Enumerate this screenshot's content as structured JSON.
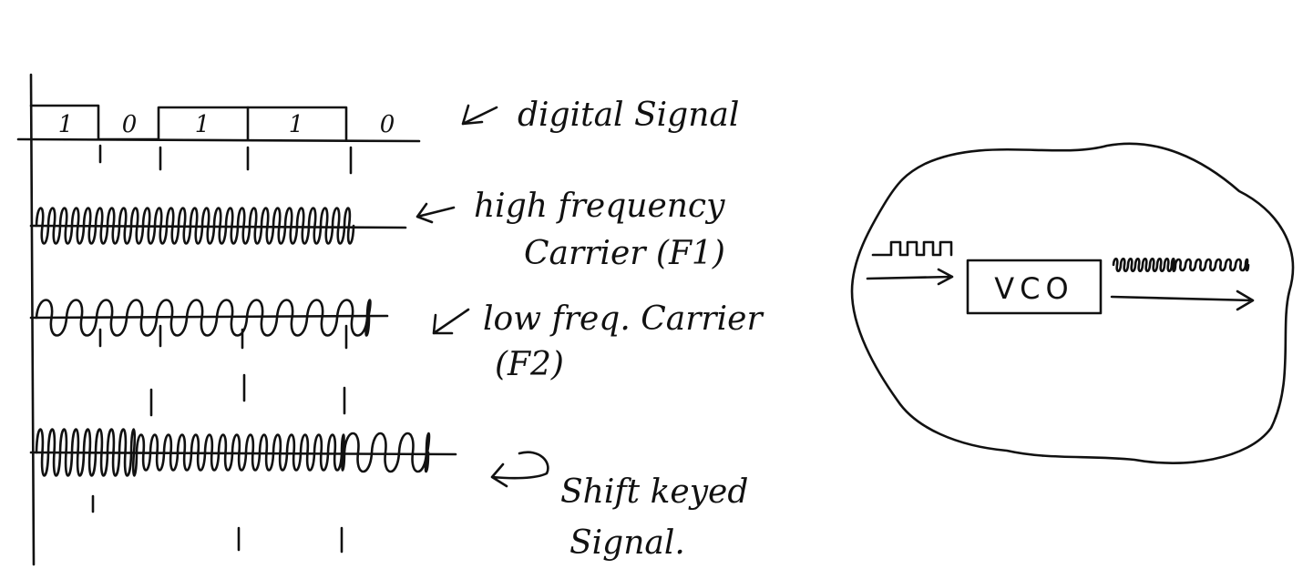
{
  "ink_color": "#111111",
  "background": "#ffffff",
  "bits": [
    "1",
    "0",
    "1",
    "1",
    "0"
  ],
  "labels": {
    "digital": "digital Signal",
    "high_1": "high frequency",
    "high_2": "Carrier (F1)",
    "low_1": "low freq. Carrier",
    "low_2": "(F2)",
    "shift_1": "Shift keyed",
    "shift_2": "Signal."
  },
  "block": {
    "vco_label": "VCO"
  }
}
